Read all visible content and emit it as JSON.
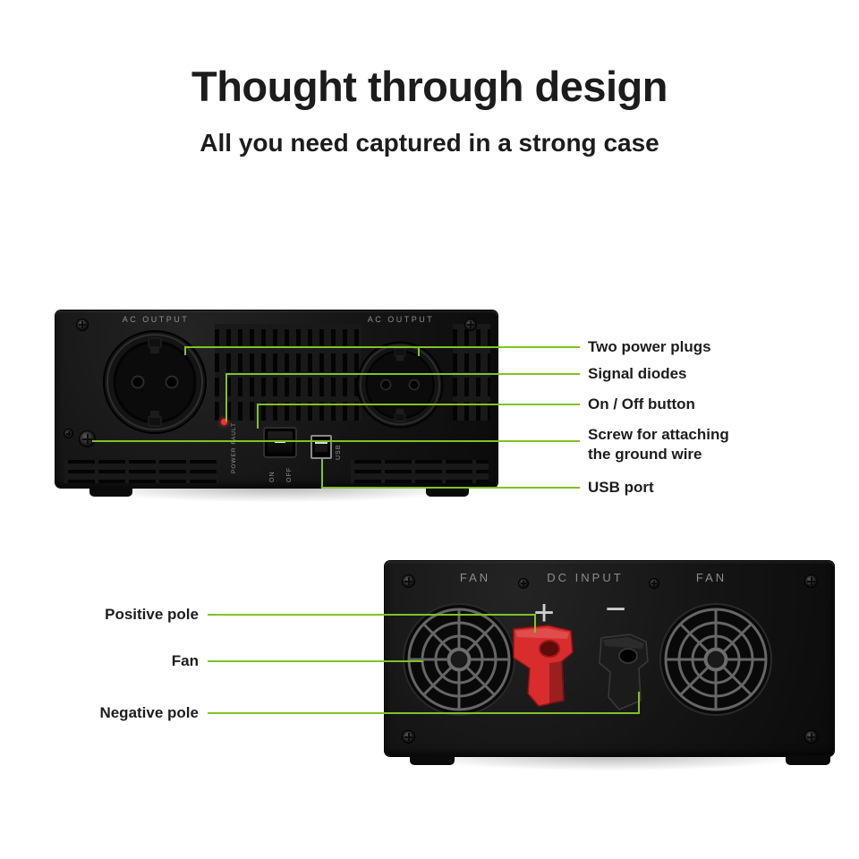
{
  "header": {
    "title": "Thought through design",
    "subtitle": "All you need captured in a strong case"
  },
  "colors": {
    "accent_green": "#82c126"
  },
  "front_panel": {
    "ac_output_left": "AC OUTPUT",
    "ac_output_right": "AC OUTPUT",
    "power_fault": "POWER FAULT",
    "switch_on": "ON",
    "switch_off": "OFF",
    "usb": "USB"
  },
  "front_callouts": {
    "power_plugs": "Two power plugs",
    "signal_diodes": "Signal diodes",
    "on_off": "On / Off button",
    "ground_screw": "Screw for attaching the ground wire",
    "usb_port": "USB port"
  },
  "back_panel": {
    "fan_left": "FAN",
    "dc_input": "DC INPUT",
    "fan_right": "FAN",
    "plus": "+",
    "minus": "−"
  },
  "back_callouts": {
    "positive": "Positive pole",
    "fan": "Fan",
    "negative": "Negative pole"
  }
}
